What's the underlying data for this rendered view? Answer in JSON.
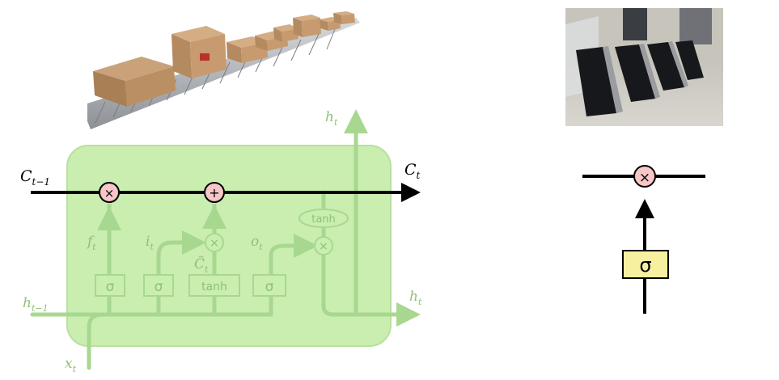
{
  "lstm": {
    "cell_in": "C",
    "cell_in_sub": "t−1",
    "cell_out": "C",
    "cell_out_sub": "t",
    "hidden_in": "h",
    "hidden_in_sub": "t−1",
    "hidden_out_top": "h",
    "hidden_out_top_sub": "t",
    "hidden_out_right": "h",
    "hidden_out_right_sub": "t",
    "input_x": "x",
    "input_x_sub": "t",
    "forget_label": "f",
    "forget_sub": "t",
    "input_gate_label": "i",
    "input_gate_sub": "t",
    "candidate_label": "C̃",
    "candidate_sub": "t",
    "output_gate_label": "o",
    "output_gate_sub": "t",
    "op_multiply": "×",
    "op_add": "+",
    "sigma": "σ",
    "tanh": "tanh"
  },
  "gate": {
    "op_multiply": "×",
    "sigma": "σ"
  },
  "colors": {
    "cell_fill": "#c9eeb0",
    "cell_stroke": "#b8e09c",
    "faded_line": "#a8d890",
    "faded_text": "#8fc079",
    "op_fill": "#f7c6c6",
    "sigma_fill": "#f6f0a0"
  }
}
